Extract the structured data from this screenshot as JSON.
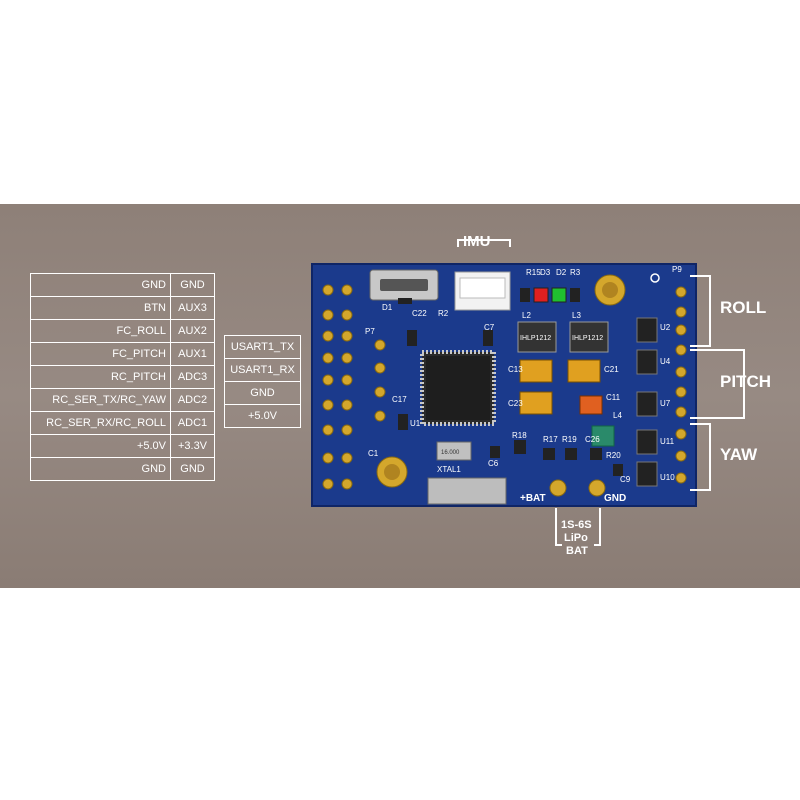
{
  "pin_table": [
    {
      "signal": "GND",
      "pin": "GND"
    },
    {
      "signal": "BTN",
      "pin": "AUX3"
    },
    {
      "signal": "FC_ROLL",
      "pin": "AUX2"
    },
    {
      "signal": "FC_PITCH",
      "pin": "AUX1"
    },
    {
      "signal": "RC_PITCH",
      "pin": "ADC3"
    },
    {
      "signal": "RC_SER_TX/RC_YAW",
      "pin": "ADC2"
    },
    {
      "signal": "RC_SER_RX/RC_ROLL",
      "pin": "ADC1"
    },
    {
      "signal": "+5.0V",
      "pin": "+3.3V"
    },
    {
      "signal": "GND",
      "pin": "GND"
    }
  ],
  "uart_table": [
    "USART1_TX",
    "USART1_RX",
    "GND",
    "+5.0V"
  ],
  "labels": {
    "imu": "IMU",
    "roll": "ROLL",
    "pitch": "PITCH",
    "yaw": "YAW",
    "bat_plus": "+BAT",
    "gnd": "GND",
    "battery_line1": "1S-6S",
    "battery_line2": "LiPo",
    "battery_line3": "BAT"
  },
  "silkscreen": {
    "d1": "D1",
    "c22": "C22",
    "r2": "R2",
    "p7": "P7",
    "c7": "C7",
    "r15": "R15",
    "d3": "D3",
    "d2": "D2",
    "r3": "R3",
    "p9": "P9",
    "l2": "L2",
    "l3": "L3",
    "ind1": "IHLP1212",
    "ind2": "IHLP1212",
    "u2": "U2",
    "u4": "U4",
    "u7": "U7",
    "u11": "U11",
    "u10": "U10",
    "c13": "C13",
    "c21": "C21",
    "c23": "C23",
    "c11": "C11",
    "l4": "L4",
    "c17": "C17",
    "u1": "U1",
    "c1": "C1",
    "r18": "R18",
    "r17": "R17",
    "r19": "R19",
    "c26": "C26",
    "r20": "R20",
    "c9": "C9",
    "c6": "C6",
    "xtal": "XTAL1",
    "xtal_mark": "16.000"
  },
  "colors": {
    "background_band": "#8e8078",
    "pcb": "#1b3a8c",
    "pad": "#d4a72c",
    "led_red": "#e02020",
    "led_green": "#20c030",
    "capacitor": "#e0a020",
    "chip": "#222222"
  }
}
